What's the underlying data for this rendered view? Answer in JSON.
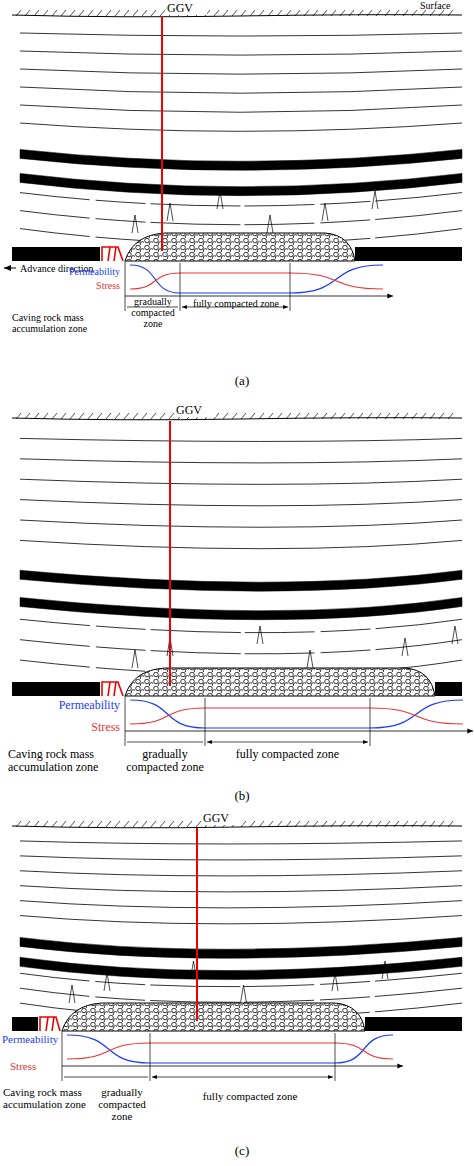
{
  "diagram": {
    "labels": [
      "GGV",
      "Surface",
      "Advance direction",
      "Permeability",
      "Stress",
      "Caving rock mass accumulation zone",
      "gradually compacted zone",
      "fully compacted zone",
      "(a)",
      "GGV",
      "Permeability",
      "Stress",
      "Caving rock mass accumulation zone",
      "gradually compacted zone",
      "fully compacted zone",
      "(b)",
      "GGV",
      "Permeability",
      "Stress",
      "Caving rock mass accumulation zone",
      "gradually compacted zone",
      "fully compacted zone",
      "(c)"
    ]
  }
}
